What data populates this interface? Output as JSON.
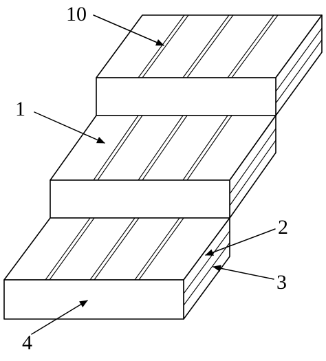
{
  "figure": {
    "labels": {
      "l10": "10",
      "l1": "1",
      "l2": "2",
      "l3": "3",
      "l4": "4"
    }
  }
}
